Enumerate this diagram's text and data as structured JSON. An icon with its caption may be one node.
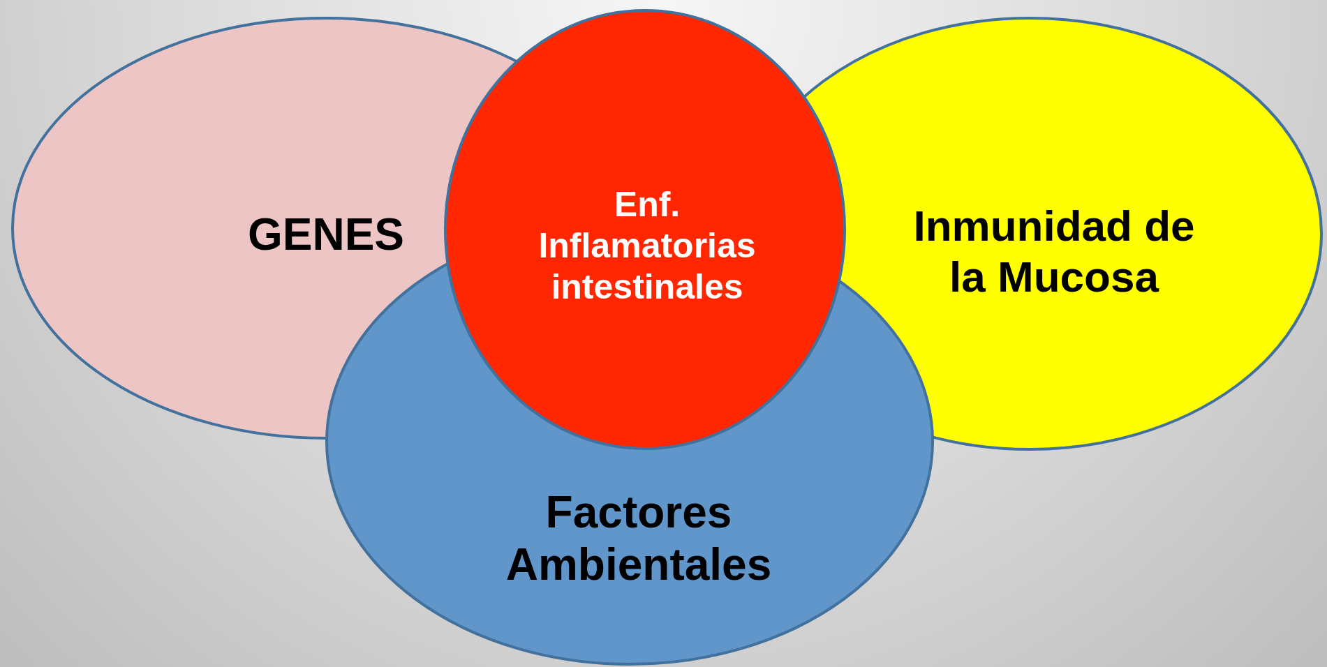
{
  "diagram": {
    "nodes": [
      {
        "text": [
          "GENES"
        ]
      },
      {
        "text": [
          "Inmunidad de la Mucosa"
        ]
      },
      {
        "text": [
          "Factores Ambientales"
        ]
      },
      {
        "text": [
          "Enf. Inflamatorias intestinales"
        ]
      }
    ]
  }
}
